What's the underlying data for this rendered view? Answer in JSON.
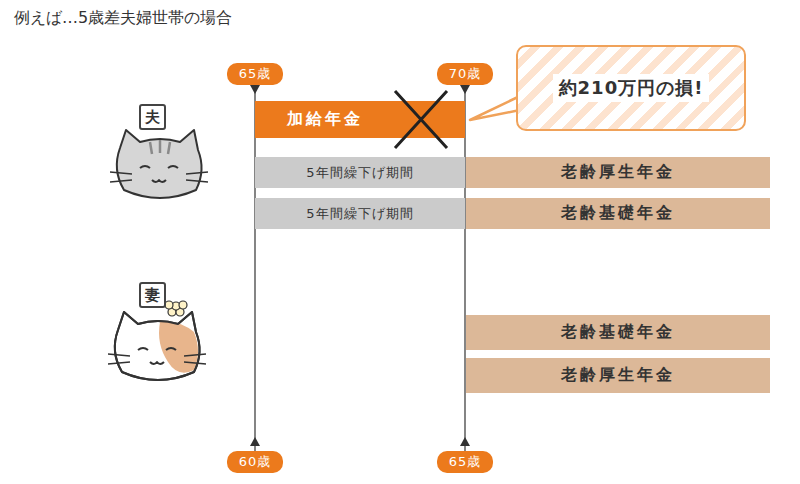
{
  "diagram": {
    "title": "例えば…5歳差夫婦世帯の場合",
    "nodes": [
      {
        "text": [
          "65歳"
        ]
      },
      {
        "text": [
          "70歳"
        ]
      },
      {
        "text": [
          "約210万円の損!"
        ]
      },
      {
        "text": [
          "夫"
        ]
      },
      {
        "text": [
          "加給年金"
        ]
      },
      {
        "text": [
          "5年間繰下げ期間"
        ]
      },
      {
        "text": [
          "老齢厚生年金"
        ]
      },
      {
        "text": [
          "5年間繰下げ期間"
        ]
      },
      {
        "text": [
          "老齢基礎年金"
        ]
      },
      {
        "text": [
          "妻"
        ]
      },
      {
        "text": [
          "老齢基礎年金"
        ]
      },
      {
        "text": [
          "老齢厚生年金"
        ]
      },
      {
        "text": [
          "60歳"
        ]
      },
      {
        "text": [
          "65歳"
        ]
      }
    ],
    "edges": [
      {
        "from": 0,
        "to": 12,
        "arrow": "none"
      },
      {
        "from": 1,
        "to": 13,
        "arrow": "none"
      }
    ]
  }
}
